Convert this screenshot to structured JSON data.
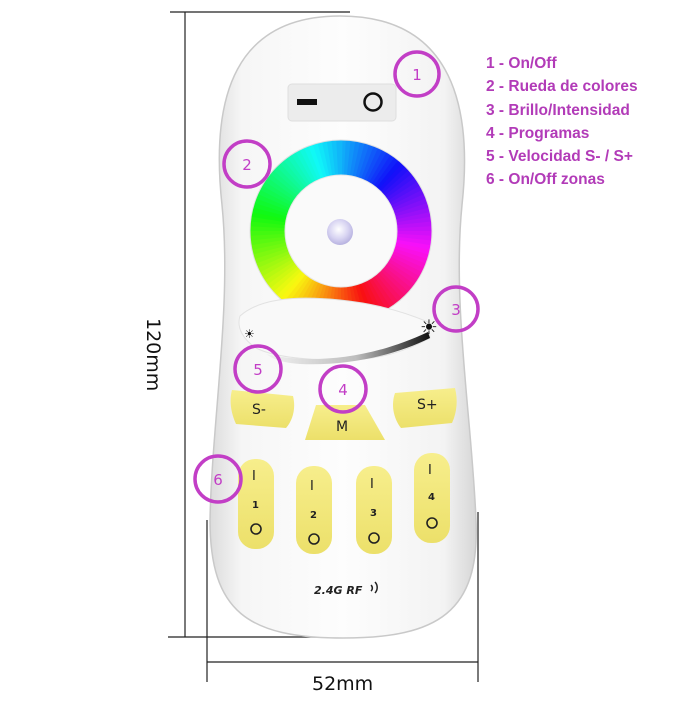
{
  "remote": {
    "power_off_symbol": "–",
    "power_on_symbol": "○",
    "speed_down_label": "S-",
    "speed_up_label": "S+",
    "mode_label": "M",
    "zone_on_symbol": "I",
    "zone_off_symbol": "O",
    "zones": [
      "1",
      "2",
      "3",
      "4"
    ],
    "brand_mark": "2.4G RF",
    "dim_sun_symbol": "☀",
    "bright_sun_symbol": "☀"
  },
  "callouts": [
    "1",
    "2",
    "3",
    "4",
    "5",
    "6"
  ],
  "legend": [
    "1 - On/Off",
    "2 - Rueda de colores",
    "3 - Brillo/Intensidad",
    "4 - Programas",
    "5 - Velocidad S- / S+",
    "6 - On/Off zonas"
  ],
  "dimensions": {
    "width": "52mm",
    "height": "120mm"
  },
  "colors": {
    "callout_ring": "#c23ec6",
    "legend_text": "#b23bb8",
    "button_yellow": "#f3e87a",
    "body_white": "#f4f4f4"
  }
}
